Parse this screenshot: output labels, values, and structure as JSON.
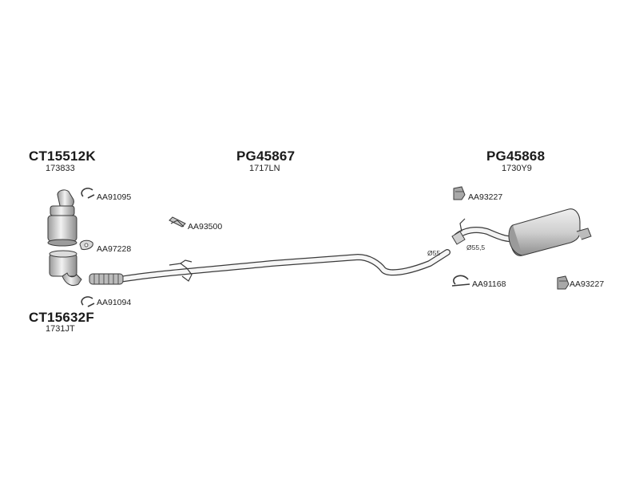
{
  "assemblies": [
    {
      "code": "CT15512K",
      "ref": "173833"
    },
    {
      "code": "PG45867",
      "ref": "1717LN"
    },
    {
      "code": "PG45868",
      "ref": "1730Y9"
    },
    {
      "code": "CT15632F",
      "ref": "1731JT"
    }
  ],
  "parts": {
    "clamp_top": "AA91095",
    "gasket": "AA97228",
    "clamp_bottom": "AA91094",
    "hanger_mid": "AA93500",
    "rubber_top": "AA93227",
    "clamp_rear": "AA91168",
    "rubber_bottom": "AA93227"
  },
  "diameters": {
    "front": "Ø55",
    "rear": "Ø55,5"
  },
  "colors": {
    "line": "#3a3a3a",
    "fill_light": "#e8e8e8",
    "fill_mid": "#bdbdbd",
    "fill_dark": "#8a8a8a"
  }
}
